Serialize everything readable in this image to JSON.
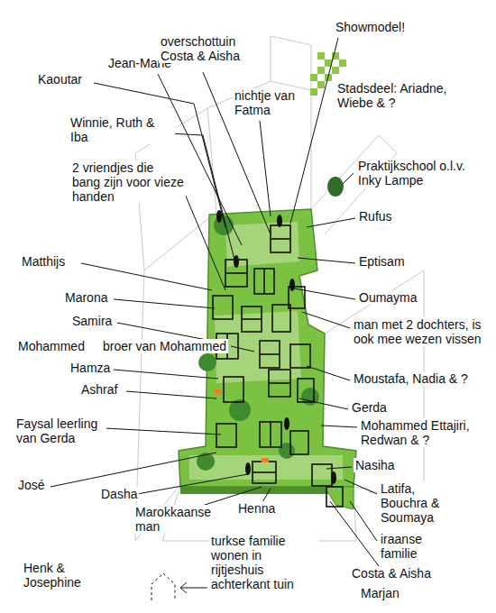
{
  "diagram": {
    "labels": [
      "Kaoutar",
      "Jean-Marie",
      "overschottuin Costa & Aisha",
      "Showmodel!",
      "nichtje van Fatma",
      "Stadsdeel: Ariadne, Wiebe & ?",
      "Winnie, Ruth & Iba",
      "2 vriendjes die bang zijn voor vieze handen",
      "Praktijkschool o.l.v. Inky Lampe",
      "Rufus",
      "Matthijs",
      "Eptisam",
      "Oumayma",
      "man met 2 dochters, is ook mee wezen vissen",
      "Marona",
      "Samira",
      "Mohammed",
      "broer van Mohammed",
      "Hamza",
      "Ashraf",
      "Moustafa, Nadia & ?",
      "Gerda",
      "Faysal leerling van Gerda",
      "Mohammed Ettajiri, Redwan & ?",
      "Nasiha",
      "José",
      "Dasha",
      "Marokkaanse man",
      "Henna",
      "Latifa, Bouchra & Soumaya",
      "iraanse familie",
      "Henk & Josephine",
      "turkse familie wonen in rijtjeshuis achterkant tuin",
      "Costa & Aisha",
      "Marjan"
    ]
  }
}
